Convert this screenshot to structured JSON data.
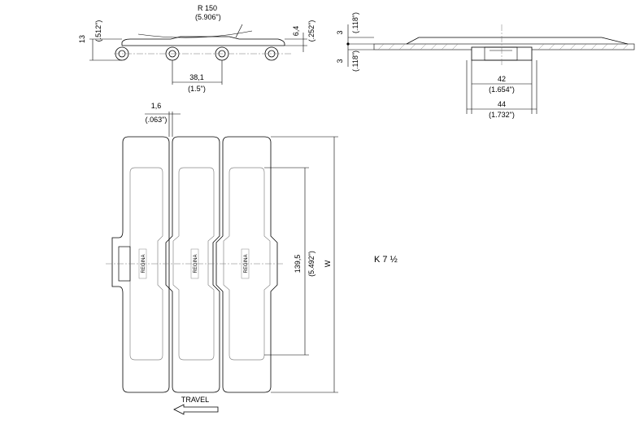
{
  "labels": {
    "radius_mm": "R 150",
    "radius_in": "(5.906\")",
    "height_mm": "13",
    "height_in": "(.512\")",
    "thickness_mm": "6,4",
    "thickness_in": "(.252\")",
    "pitch_mm": "38,1",
    "pitch_in": "(1.5\")",
    "top_gap_mm": "3",
    "top_gap_in": "(.118\")",
    "bottom_gap_mm": "3",
    "bottom_gap_in": "(.118\")",
    "hinge_inner_mm": "42",
    "hinge_inner_in": "(1.654\")",
    "hinge_outer_mm": "44",
    "hinge_outer_in": "(1.732\")",
    "clearance_mm": "1,6",
    "clearance_in": "(.063\")",
    "inner_length_mm": "139,5",
    "inner_length_in": "(5.492\")",
    "width_symbol": "W",
    "model": "K 7 ½",
    "travel": "TRAVEL",
    "logo_text": "REGINA"
  },
  "colors": {
    "line": "#000000",
    "hidden": "#888888",
    "centerline": "#777777"
  }
}
